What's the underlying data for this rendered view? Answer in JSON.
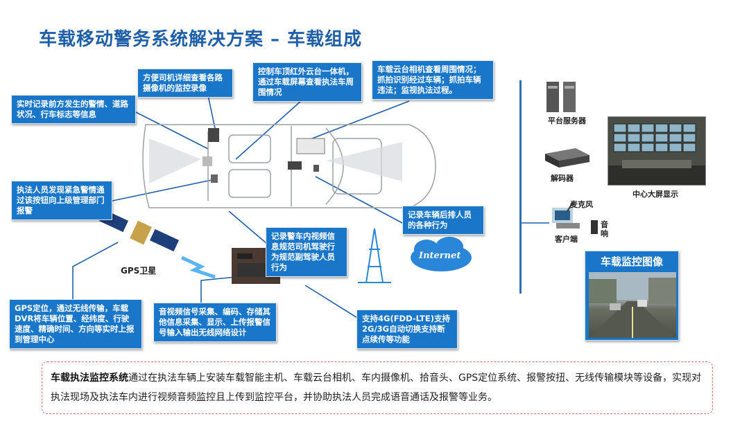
{
  "title": "车载移动警务系统解决方案  –  车载组成",
  "callouts": {
    "driver_view": "方便司机详细查看各路摄像机的监控录像",
    "roof_ptz": "控制车顶红外云台一体机，通过车载屏幕查看执法车周围情况",
    "ptz_camera": "车载云台相机查看周围情况；抓拍识别经过车辆；抓拍车辆违法；监视执法过程。",
    "front_record": "实时记录前方发生的警情、道路状况、行车标志等信息",
    "emergency": "执法人员发现紧急警情通过该按钮向上级管理部门报警",
    "rear_record": "记录车辆后排人员的各种行为",
    "in_car_video": "记录警车内视频信息规范司机驾驶行为规范副驾驶人员行为",
    "gps_info": "GPS定位，通过无线传输，车载DVR将车辆位置、经纬度、行驶速度、精确时间、方向等实时上报到管理中心",
    "av_collect": "音视频信号采集、编码、存储其他信息采集、显示、上传报警信号输入输出无线网络设计",
    "network": "支持4G(FDD-LTE)支持2G/3G自动切换支持断点续传等功能"
  },
  "labels": {
    "gps_satellite": "GPS卫星",
    "internet": "Internet",
    "platform_server": "平台服务器",
    "decoder": "解码器",
    "center_screen": "中心大屏显示",
    "microphone": "麦克风",
    "speaker": "音响",
    "client": "客户端"
  },
  "monitor_panel": {
    "title": "车载监控图像"
  },
  "summary": {
    "bold": "车载执法监控系统",
    "text": "通过在执法车辆上安装车载智能主机、车载云台相机、车内摄像机、拾音头、GPS定位系统、报警按扭、无线传输模块等设备，实现对执法现场及执法车内进行视频音频监控且上传到监控平台，并协助执法人员完成语音通话及报警等业务。"
  },
  "colors": {
    "accent": "#1976c8",
    "title": "#1f5fa8",
    "dashed_border": "#e07070"
  },
  "icons": [
    "gps-satellite-icon",
    "dvr-host-icon",
    "signal-tower-icon",
    "internet-cloud-icon",
    "server-icon",
    "decoder-icon",
    "client-pc-icon",
    "microphone-icon",
    "speaker-icon"
  ]
}
